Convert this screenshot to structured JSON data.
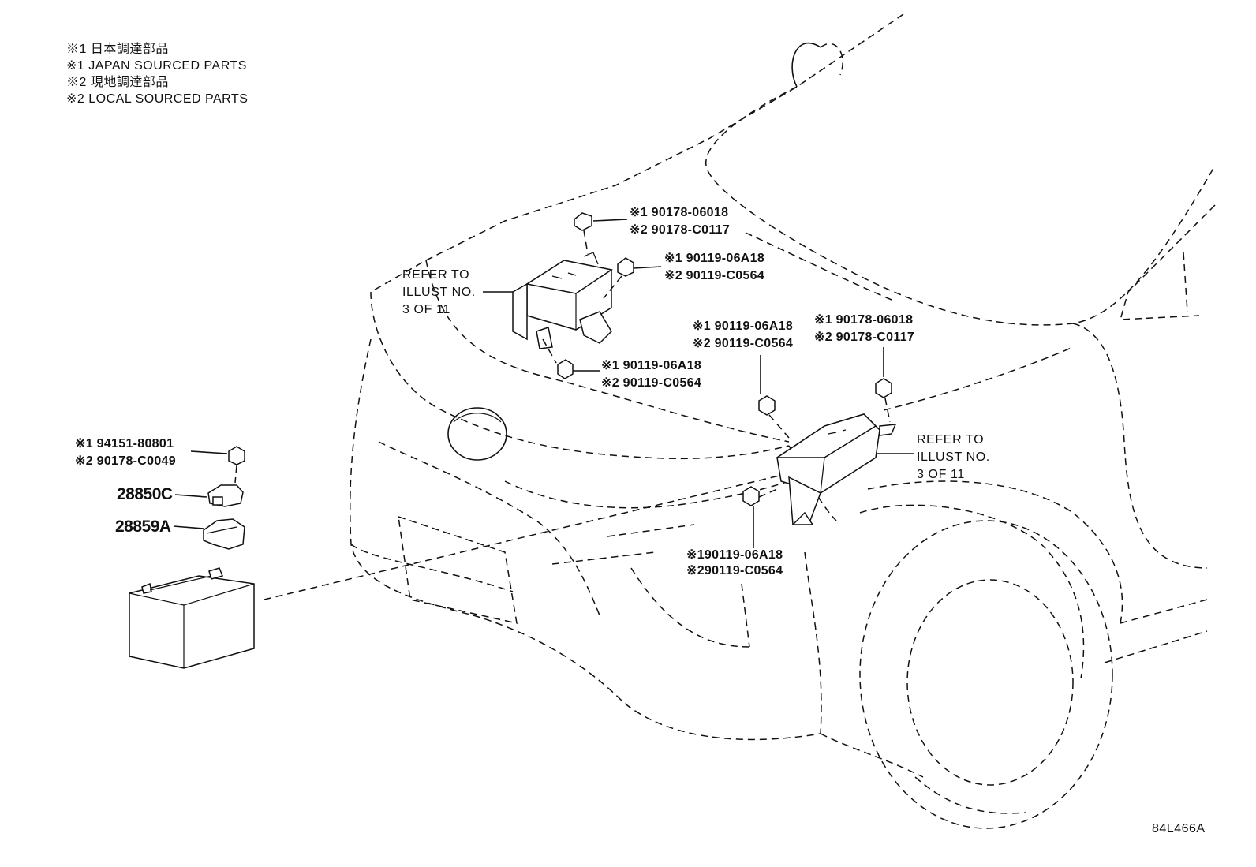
{
  "legend": [
    "※1 日本調達部品",
    "※1 JAPAN SOURCED PARTS",
    "※2 現地調達部品",
    "※2 LOCAL SOURCED PARTS"
  ],
  "callouts": {
    "nut_top": [
      "※1 90178-06018",
      "※2 90178-C0117"
    ],
    "bolt_top_right": [
      "※1 90119-06A18",
      "※2 90119-C0564"
    ],
    "bolt_top_lower": [
      "※1 90119-06A18",
      "※2 90119-C0564"
    ],
    "bolt_right_upper": [
      "※1 90119-06A18",
      "※2 90119-C0564"
    ],
    "nut_right": [
      "※1 90178-06018",
      "※2 90178-C0117"
    ],
    "bolt_right_lower": [
      "※190119-06A18",
      "※290119-C0564"
    ],
    "battery_nut": [
      "※1 94151-80801",
      "※2 90178-C0049"
    ]
  },
  "refer_left": "REFER TO\nILLUST NO.\n3 OF 11",
  "refer_right": "REFER TO\nILLUST NO.\n3 OF 11",
  "part_28850C": "28850C",
  "part_28859A": "28859A",
  "illustration_code": "84L466A"
}
